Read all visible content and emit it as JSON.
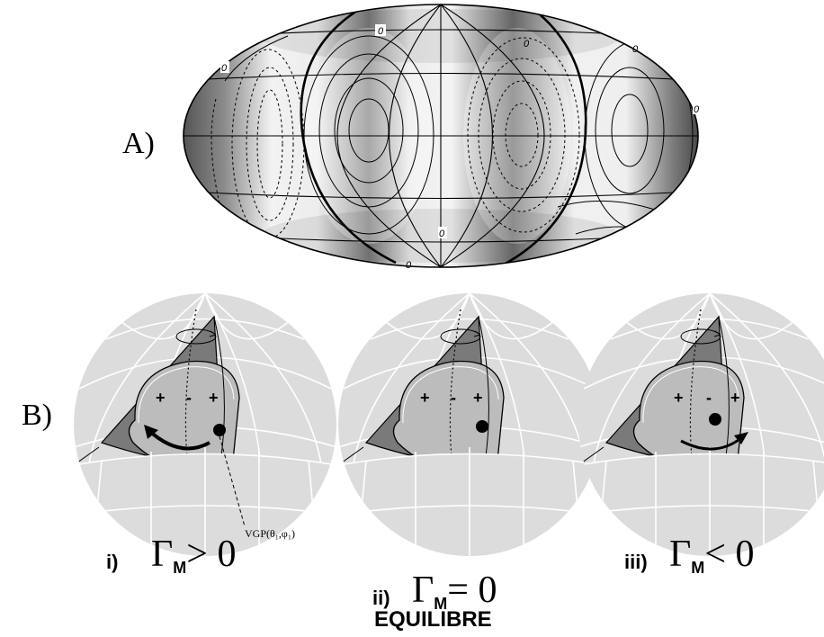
{
  "panel_a": {
    "label": "A)",
    "contour_label": "0"
  },
  "panel_b": {
    "label": "B)",
    "vgp_label": "VGP(θ₁,φ₁)",
    "cases": [
      {
        "numeral": "i)",
        "gamma": "Γ",
        "sub": "M",
        "relation": "> 0"
      },
      {
        "numeral": "ii)",
        "gamma": "Γ",
        "sub": "M",
        "relation": "= 0"
      },
      {
        "numeral": "iii)",
        "gamma": "Γ",
        "sub": "M",
        "relation": "< 0"
      }
    ],
    "equilibrium_label": "EQUILIBRE",
    "sign_plus": "+",
    "sign_minus": "-"
  }
}
